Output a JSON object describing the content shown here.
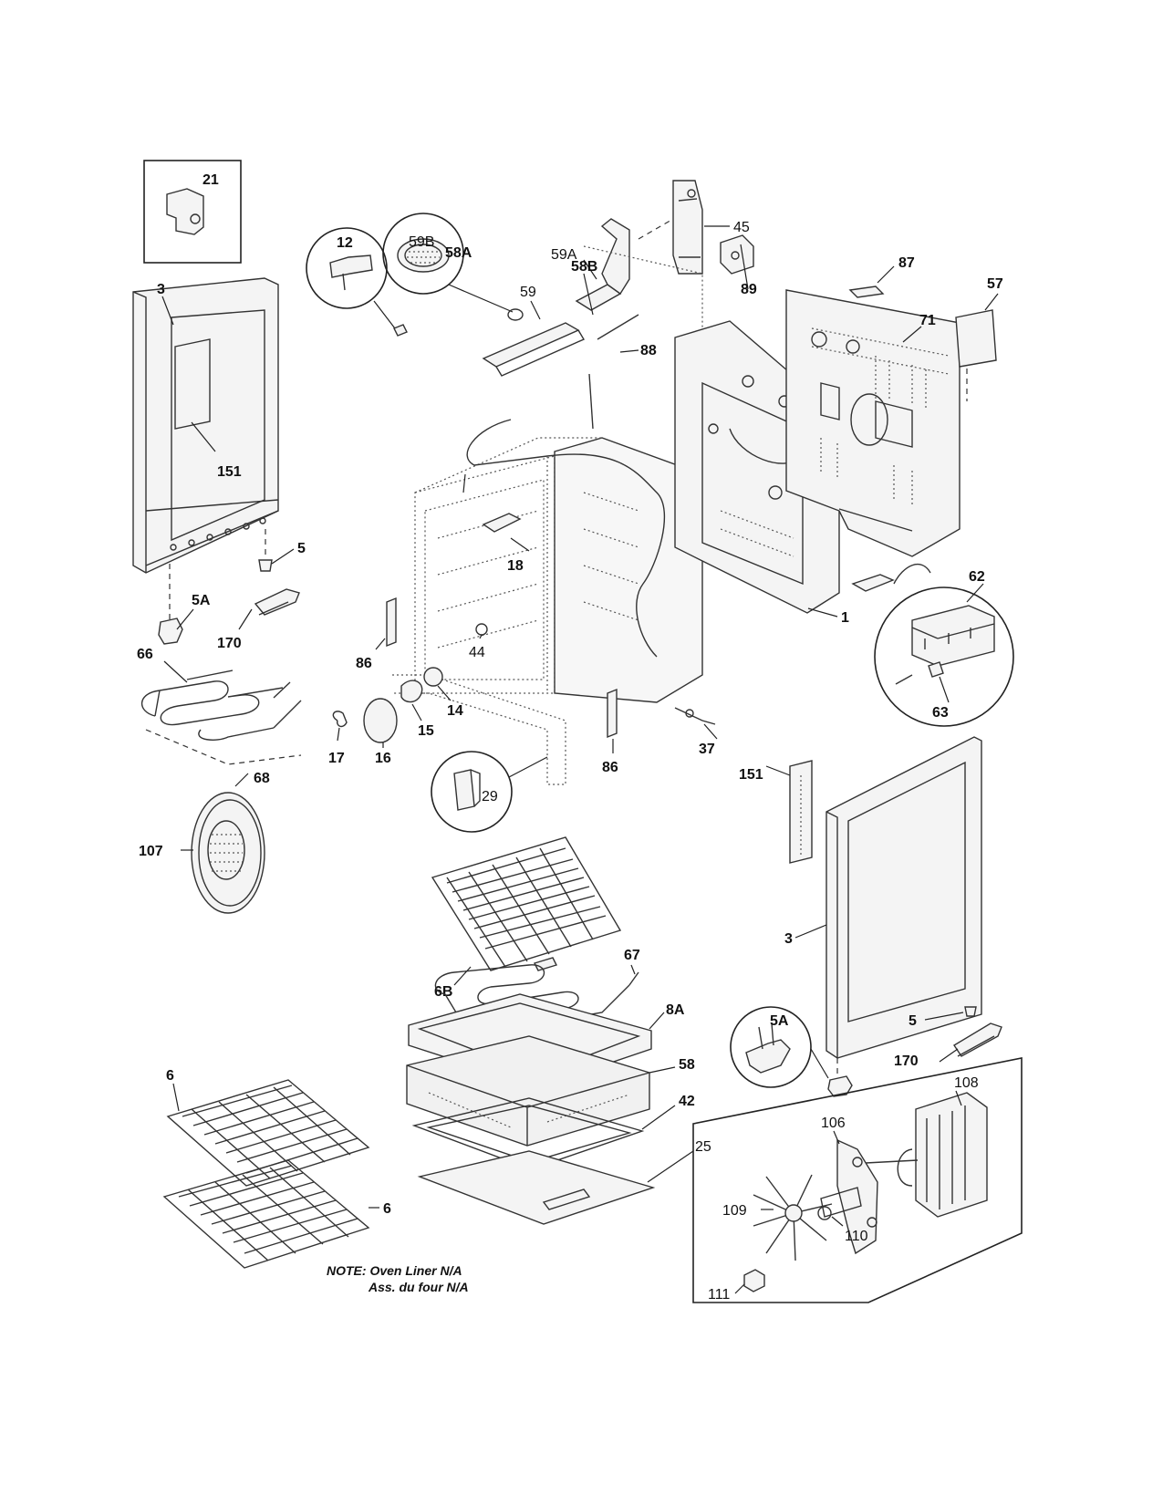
{
  "diagram": {
    "labels": {
      "p21": "21",
      "p3_left": "3",
      "p151_left": "151",
      "p5_left": "5",
      "p5A_left": "5A",
      "p170_left": "170",
      "p66": "66",
      "p68": "68",
      "p107": "107",
      "p12": "12",
      "p58A": "58A",
      "p59B": "59B",
      "p59": "59",
      "p59A": "59A",
      "p45": "45",
      "p58B": "58B",
      "p88": "88",
      "p89": "89",
      "p87": "87",
      "p71": "71",
      "p57": "57",
      "p18": "18",
      "p86_left": "86",
      "p44": "44",
      "p14": "14",
      "p15": "15",
      "p16": "16",
      "p17": "17",
      "p29": "29",
      "p86_right": "86",
      "p37": "37",
      "p1": "1",
      "p62": "62",
      "p63": "63",
      "p151_right": "151",
      "p3_right": "3",
      "p6B": "6B",
      "p67": "67",
      "p8A": "8A",
      "p58": "58",
      "p42": "42",
      "p25": "25",
      "p6_top": "6",
      "p6_bottom": "6",
      "p5_right": "5",
      "p5A_right": "5A",
      "p170_right": "170",
      "p108": "108",
      "p106": "106",
      "p109": "109",
      "p110": "110",
      "p111": "111"
    },
    "note": {
      "line1": "NOTE: Oven Liner N/A",
      "line2": "Ass. du four N/A"
    }
  }
}
